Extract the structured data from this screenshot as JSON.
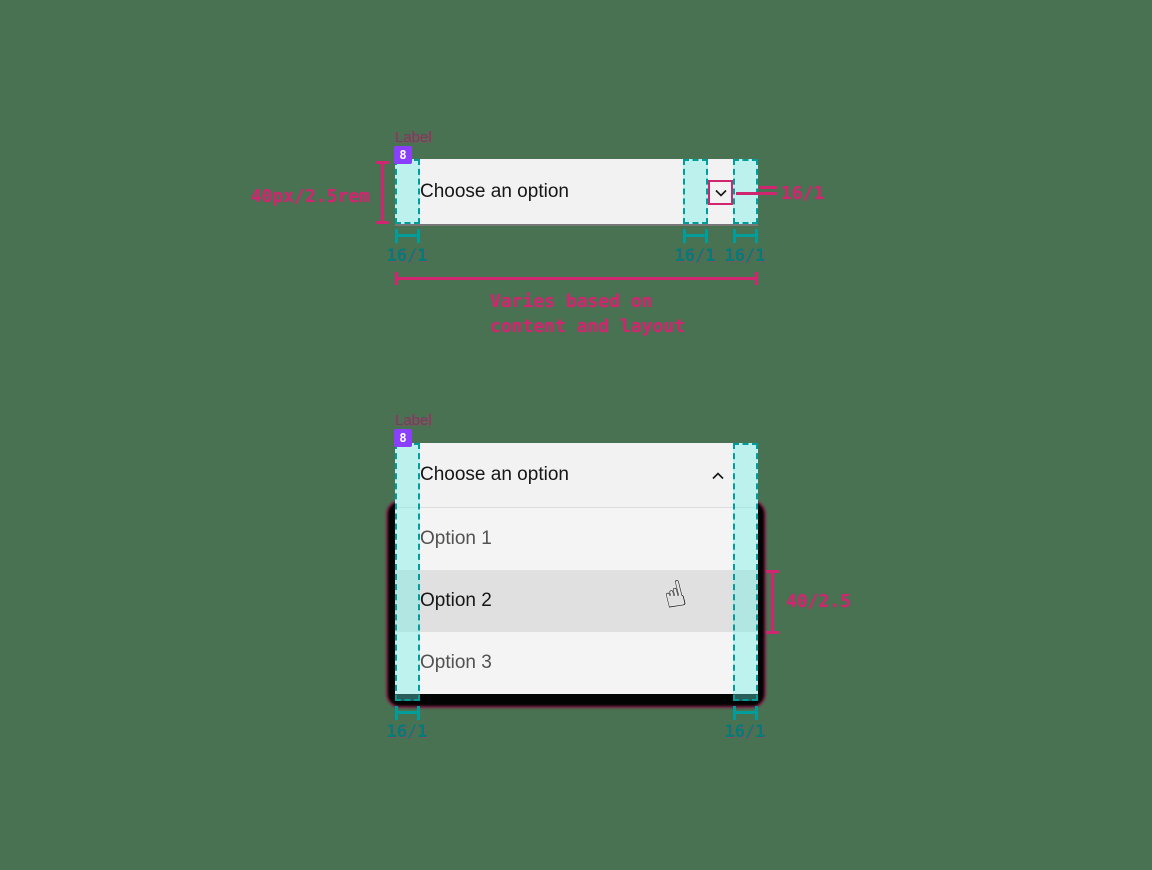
{
  "colors": {
    "background": "#487251",
    "annotation_pink": "#D02670",
    "annotation_teal": "#007D79",
    "teal_dash": "#009D9A",
    "badge_purple": "#8A3FFC",
    "field_bg": "#F2F2F2",
    "menu_row_bg": "#F4F4F4",
    "row_hover_bg": "#E0E0E0",
    "text_primary": "#161616",
    "text_secondary": "#525252"
  },
  "icons": {
    "pointer_cursor_glyph": "☝"
  },
  "closed_dropdown": {
    "label": "Label",
    "spacing_badge": "8",
    "value": "Choose an option",
    "height_annotation": "40px/2.5rem",
    "icon_size_annotation": "16/1",
    "left_padding_annotation": "16/1",
    "icon_left_spacing_annotation": "16/1",
    "icon_right_spacing_annotation": "16/1",
    "width_annotation_line1": "Varies based on",
    "width_annotation_line2": "content and layout"
  },
  "open_dropdown": {
    "label": "Label",
    "spacing_badge": "8",
    "value": "Choose an option",
    "options": [
      "Option 1",
      "Option 2",
      "Option 3"
    ],
    "hovered_option": "Option 2",
    "row_height_annotation": "40/2.5",
    "left_padding_annotation": "16/1",
    "right_padding_annotation": "16/1"
  }
}
